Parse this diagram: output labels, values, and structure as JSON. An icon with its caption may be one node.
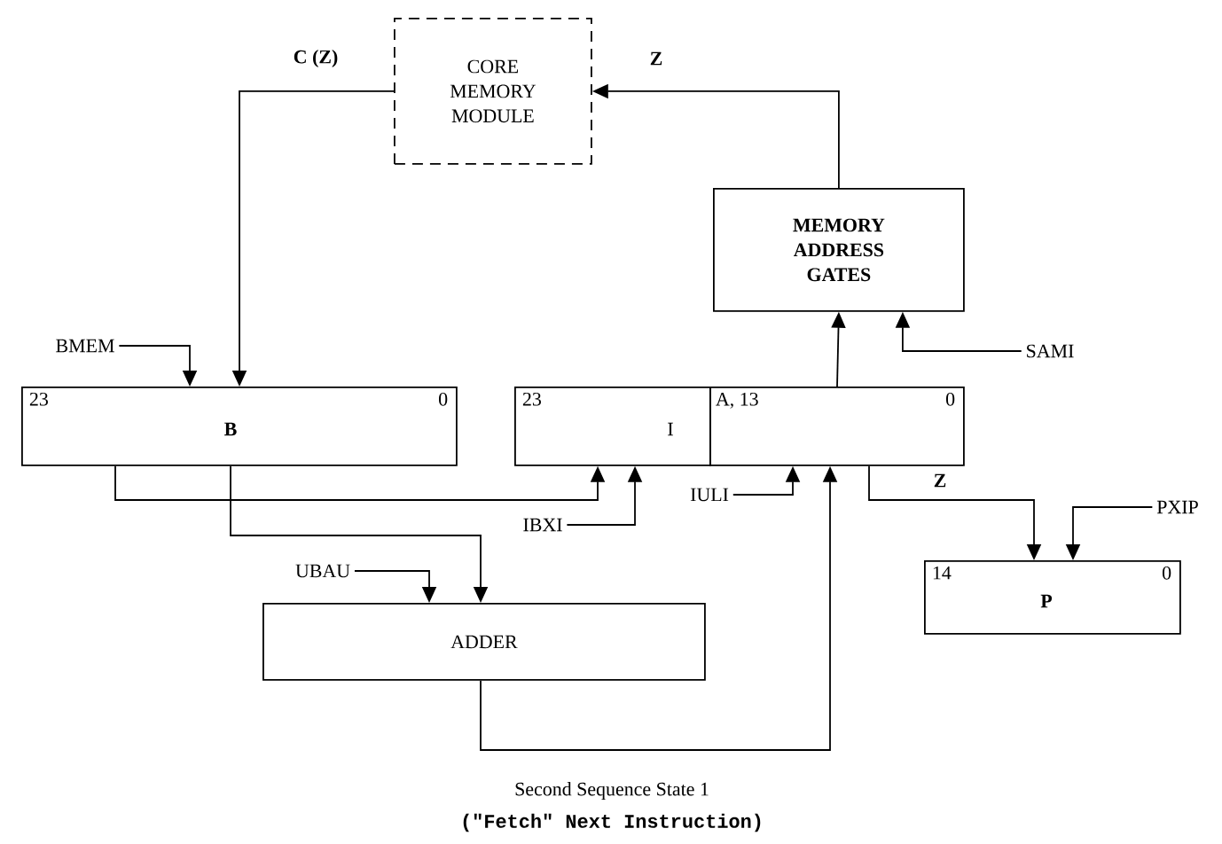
{
  "diagram": {
    "caption": "Second Sequence State 1",
    "nodes": [
      {
        "text": [
          "CORE MEMORY MODULE"
        ]
      },
      {
        "text": [
          "MEMORY ADDRESS GATES"
        ]
      },
      {
        "text": [
          "23",
          "B",
          "0"
        ]
      },
      {
        "text": [
          "23",
          "I"
        ]
      },
      {
        "text": [
          "A, 13",
          "0"
        ]
      },
      {
        "text": [
          "ADDER"
        ]
      },
      {
        "text": [
          "14",
          "P",
          "0"
        ]
      },
      {
        "text": [
          "BMEM"
        ]
      },
      {
        "text": [
          "UBAU"
        ]
      },
      {
        "text": [
          "IBXI"
        ]
      },
      {
        "text": [
          "IULI"
        ]
      },
      {
        "text": [
          "SAMI"
        ]
      },
      {
        "text": [
          "PXIP"
        ]
      }
    ],
    "edges": [
      {
        "from": 0,
        "to": 2,
        "arrow": "to",
        "label": "C (Z)"
      },
      {
        "from": 1,
        "to": 0,
        "arrow": "to",
        "label": "Z"
      },
      {
        "from": 4,
        "to": 1,
        "arrow": "to"
      },
      {
        "from": 11,
        "to": 1,
        "arrow": "to"
      },
      {
        "from": 2,
        "to": 3,
        "arrow": "to"
      },
      {
        "from": 2,
        "to": 5,
        "arrow": "to"
      },
      {
        "from": 9,
        "to": 3,
        "arrow": "to"
      },
      {
        "from": 10,
        "to": 4,
        "arrow": "to"
      },
      {
        "from": 5,
        "to": 4,
        "arrow": "to"
      },
      {
        "from": 4,
        "to": 6,
        "arrow": "to",
        "label": "Z"
      },
      {
        "from": 12,
        "to": 6,
        "arrow": "to"
      },
      {
        "from": 7,
        "to": 2,
        "arrow": "to"
      },
      {
        "from": 8,
        "to": 5,
        "arrow": "to"
      }
    ],
    "labels": [
      "(\"Fetch\" Next Instruction)"
    ]
  }
}
